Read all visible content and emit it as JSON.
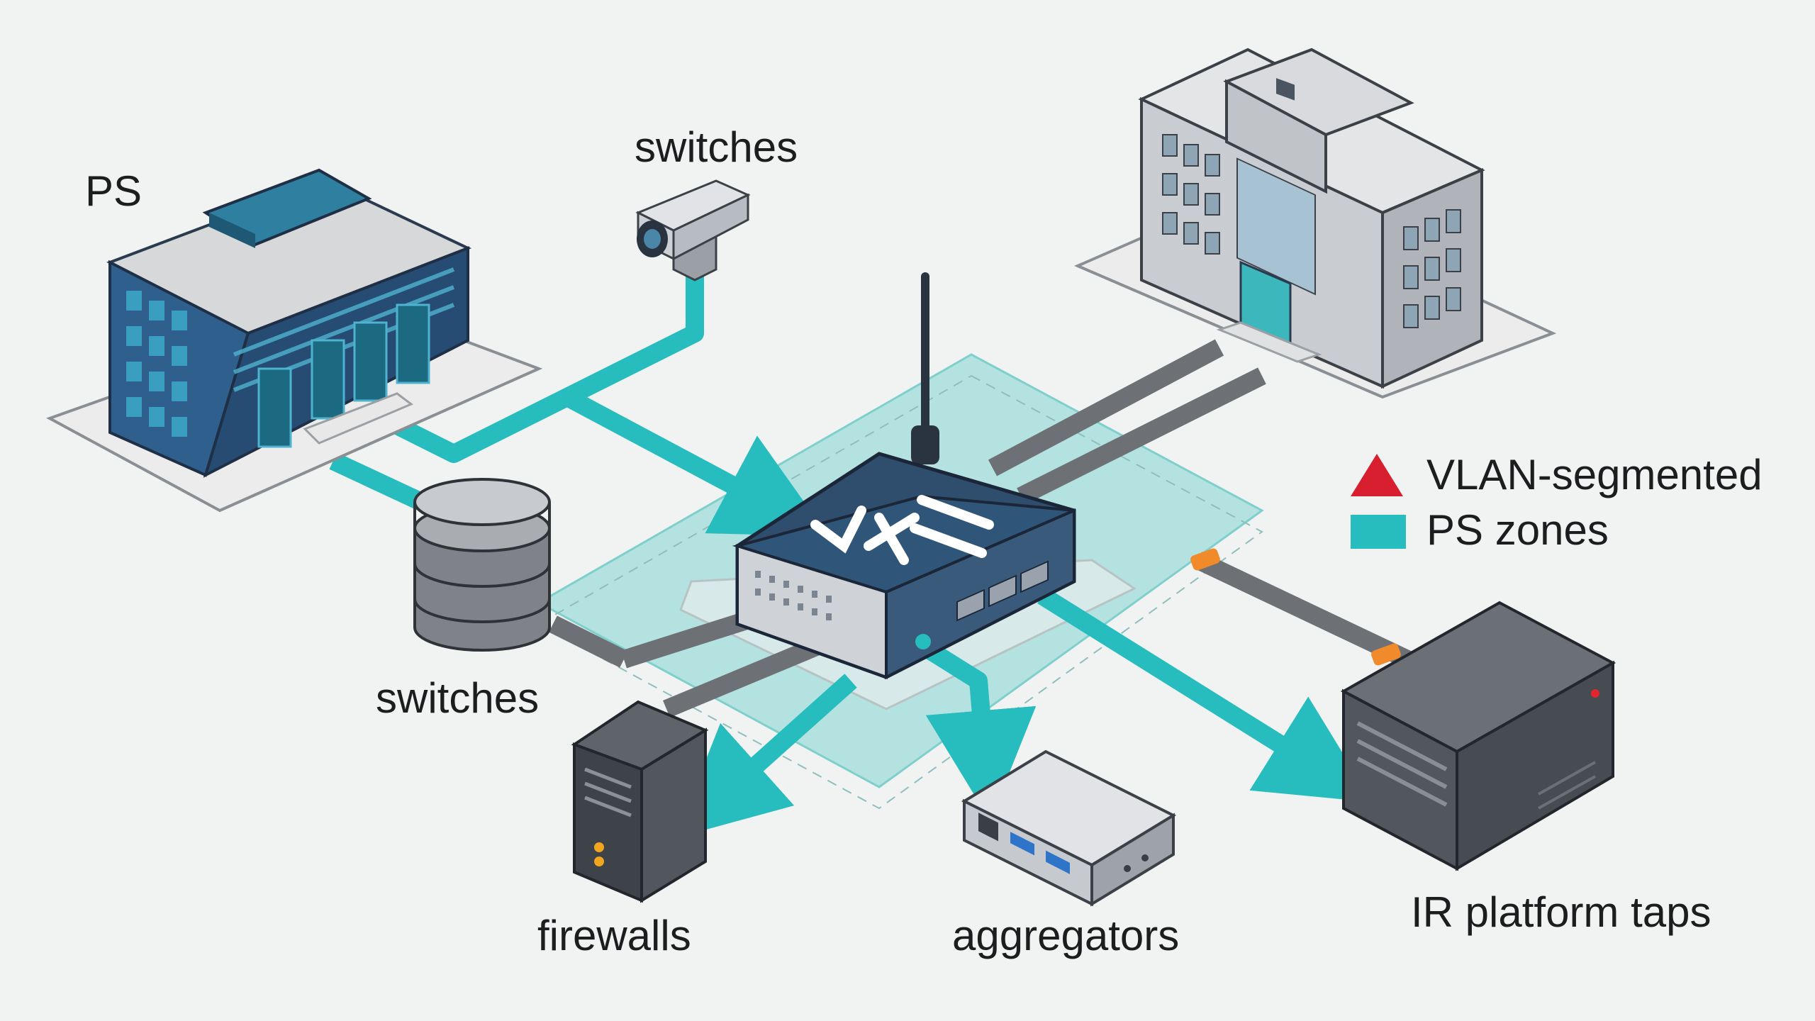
{
  "labels": {
    "ps_building": "PS",
    "camera_switches": "switches",
    "storage_switches": "switches",
    "firewalls": "firewalls",
    "aggregators": "aggregators",
    "ir_taps": "IR platform taps"
  },
  "legend": {
    "items": [
      {
        "label": "VLAN-segmented",
        "shape": "triangle",
        "color": "#d81f2f"
      },
      {
        "label": "PS zones",
        "shape": "square",
        "color": "#27bcbd"
      }
    ]
  },
  "colors": {
    "teal": "#27bcbd",
    "zone_fill": "#9fdcda",
    "gray_link": "#6d7075",
    "navy": "#2b4a6a",
    "orange": "#f08a2a"
  },
  "icons": [
    "office-building-icon",
    "corporate-building-icon",
    "security-camera-icon",
    "database-icon",
    "router-icon",
    "firewall-server-icon",
    "aggregator-box-icon",
    "tap-server-icon"
  ]
}
